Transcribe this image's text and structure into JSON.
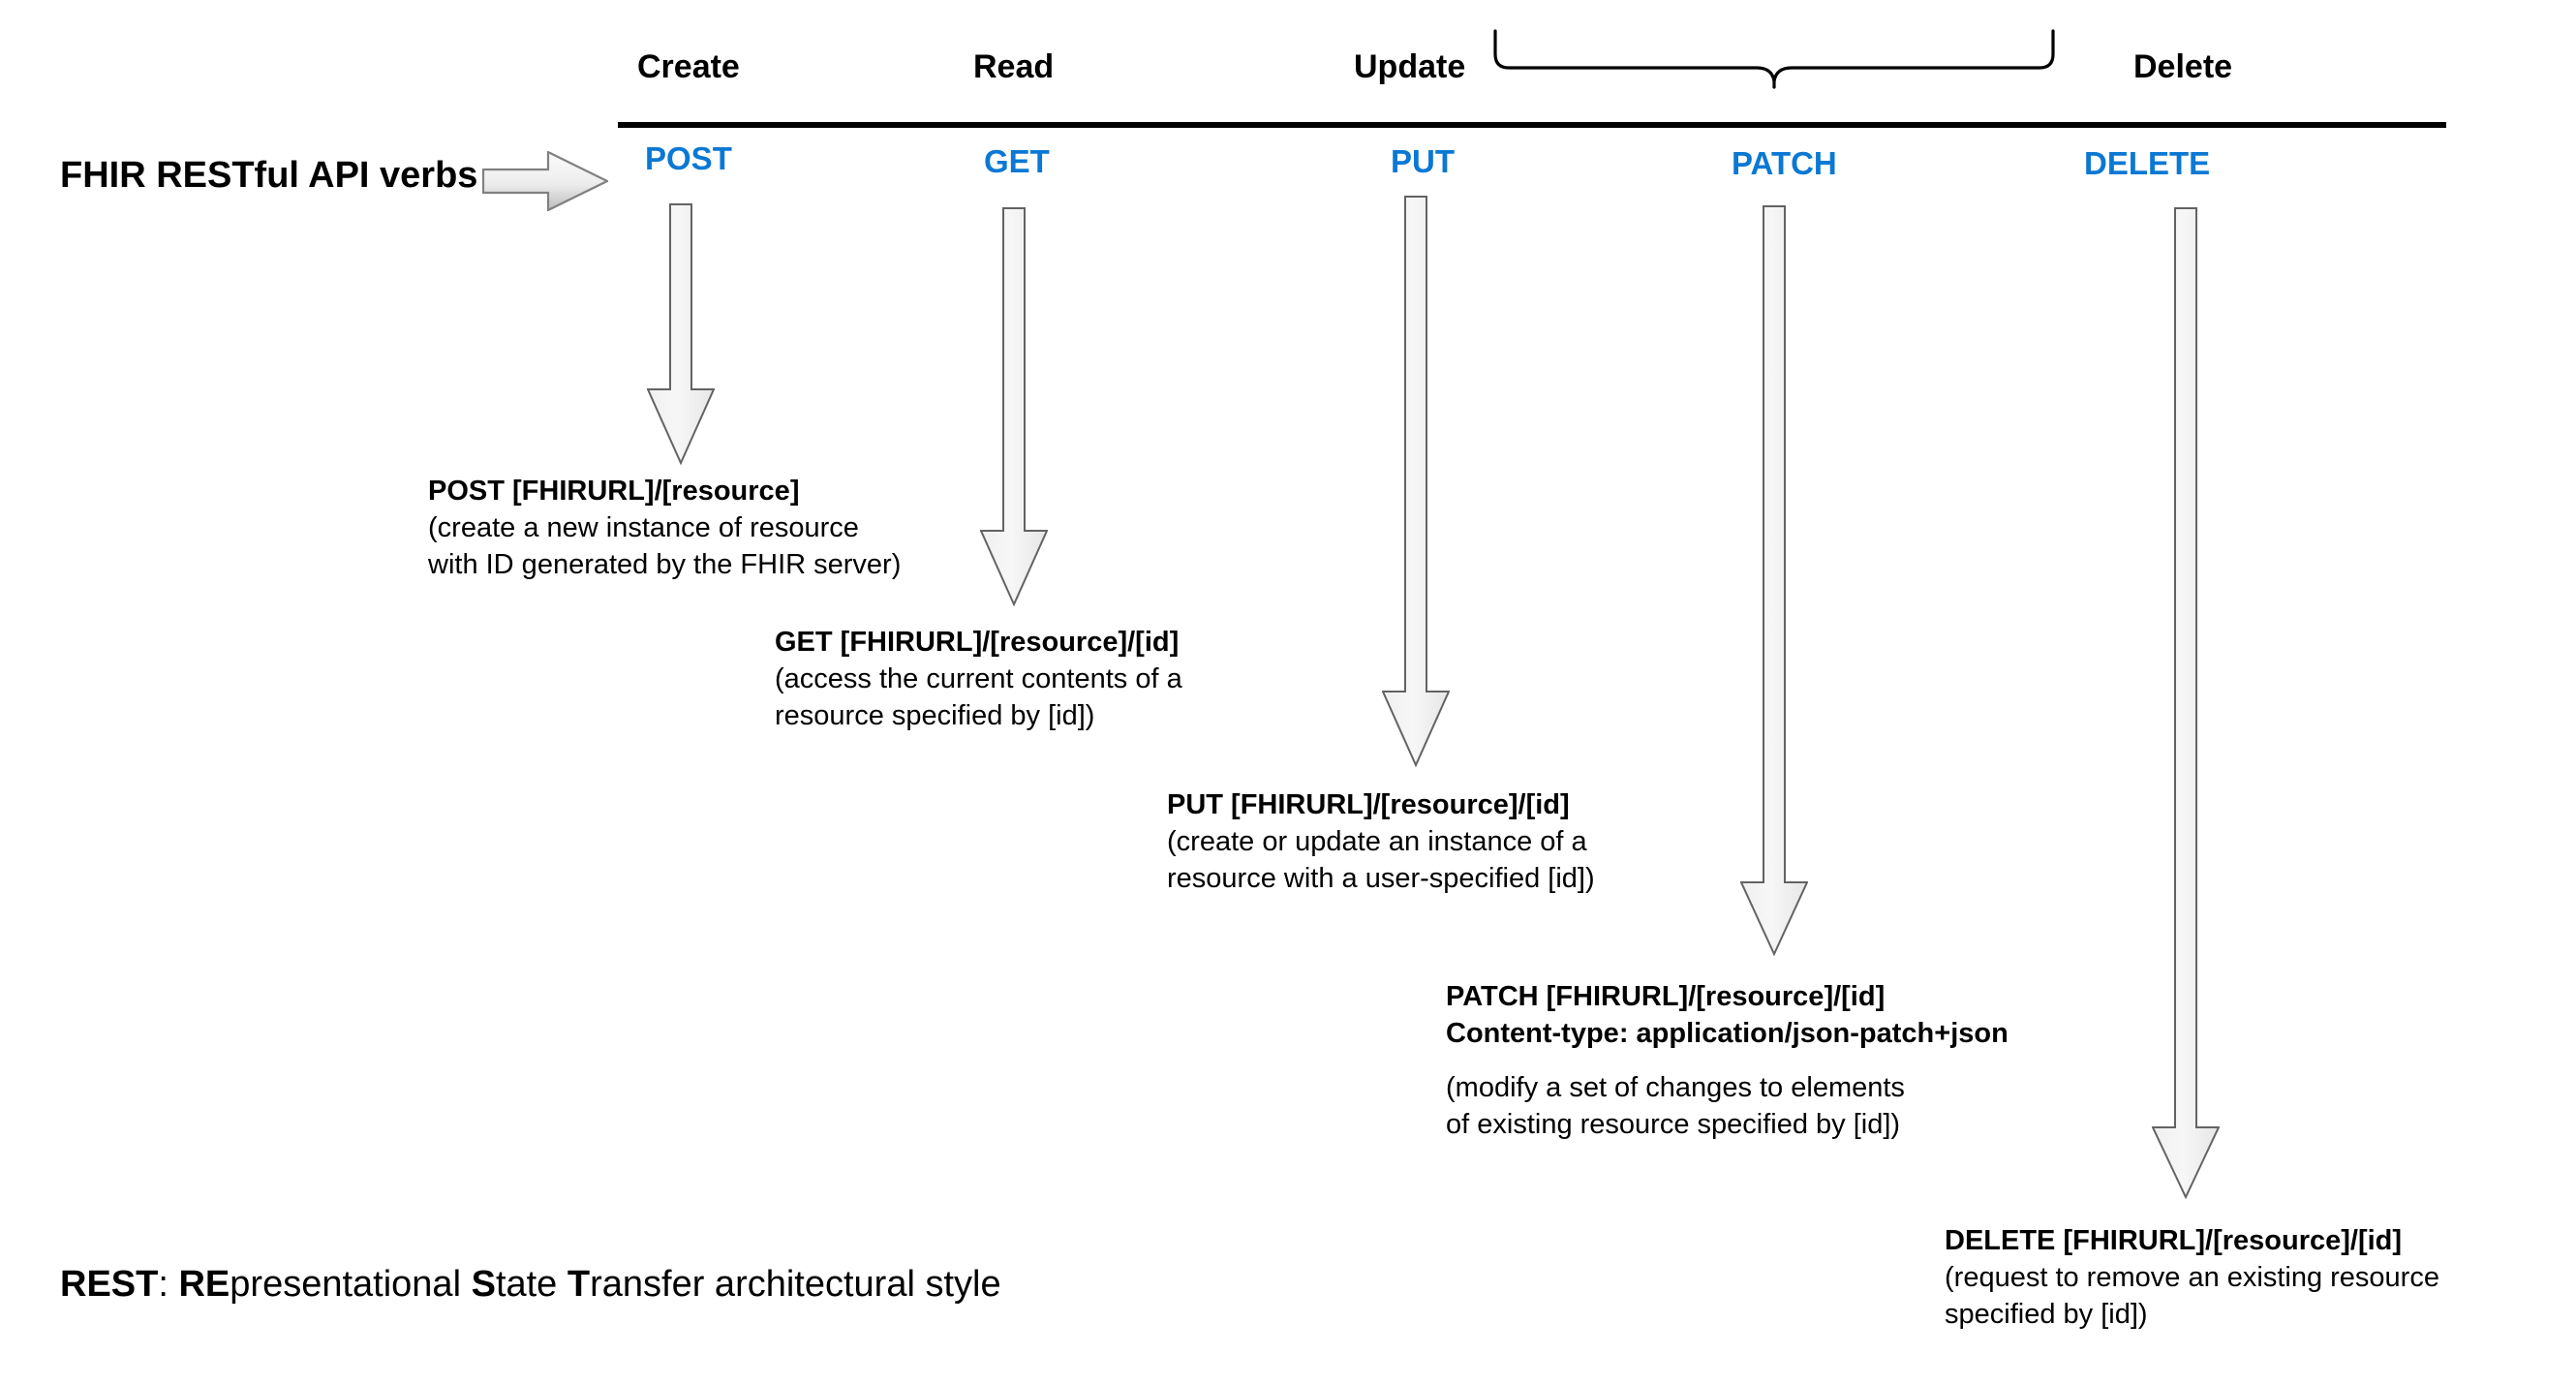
{
  "diagram": {
    "intro_label": "FHIR RESTful API verbs",
    "intro_arrow_icon": "right-arrow-icon",
    "brace_icon": "curly-brace-down-icon",
    "columns": [
      {
        "label": "Create"
      },
      {
        "label": "Read"
      },
      {
        "label": "Update"
      },
      {
        "label": "Delete"
      }
    ],
    "verbs": [
      {
        "name": "POST",
        "color": "#0a78d4"
      },
      {
        "name": "GET",
        "color": "#0a78d4"
      },
      {
        "name": "PUT",
        "color": "#0a78d4"
      },
      {
        "name": "PATCH",
        "color": "#0a78d4"
      },
      {
        "name": "DELETE",
        "color": "#0a78d4"
      }
    ],
    "blocks": [
      {
        "id": "post",
        "title": "POST [FHIRURL]/[resource]",
        "line2": "(create a new instance of resource",
        "line3": "with ID generated by the FHIR server)"
      },
      {
        "id": "get",
        "title": "GET [FHIRURL]/[resource]/[id]",
        "line2": "(access the current contents of a",
        "line3": "resource specified by [id])"
      },
      {
        "id": "put",
        "title": "PUT [FHIRURL]/[resource]/[id]",
        "line2": "(create or update an instance of a",
        "line3": "resource with a user-specified [id])"
      },
      {
        "id": "patch",
        "title": "PATCH [FHIRURL]/[resource]/[id]",
        "title2": "Content-type: application/json-patch+json",
        "line2": "(modify a set of changes to elements",
        "line3": "of existing resource specified by [id])"
      },
      {
        "id": "delete",
        "title": "DELETE [FHIRURL]/[resource]/[id]",
        "line2": "(request to remove an existing resource",
        "line3": "specified by [id])"
      }
    ],
    "footer": {
      "acronym": "REST",
      "separator": ": ",
      "part_re": "RE",
      "part_presentational": "presentational ",
      "part_s": "S",
      "part_tate": "tate ",
      "part_t": "T",
      "part_rest": "ransfer architectural style"
    },
    "arrow_fill_light": "#f7f7f7",
    "arrow_fill_dark": "#e3e3e3",
    "arrow_stroke": "#636363",
    "rule_color": "#000000"
  }
}
